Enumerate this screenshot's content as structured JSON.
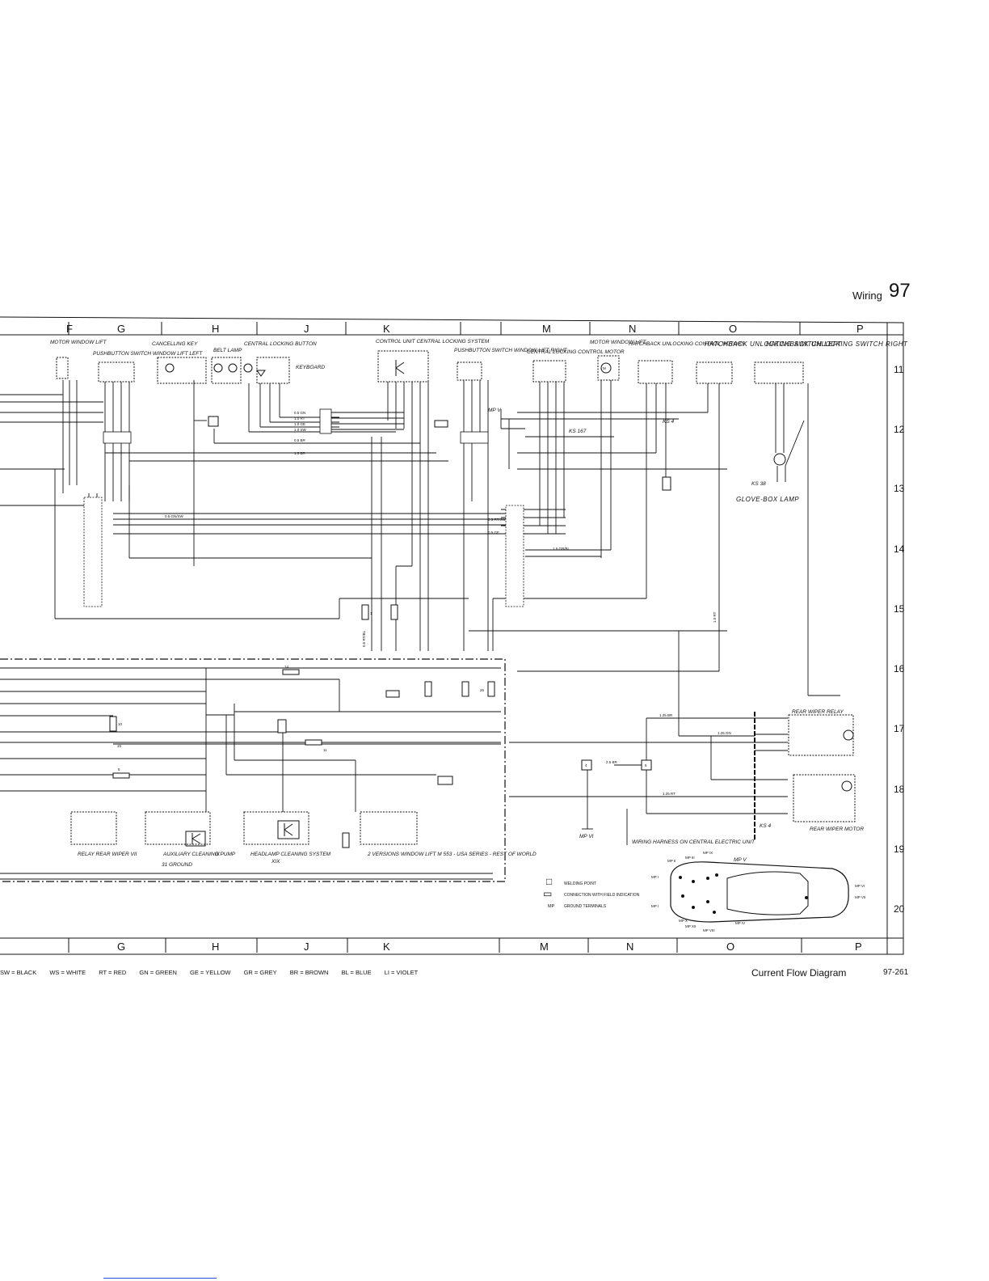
{
  "header": {
    "section": "Wiring",
    "page_number": "97"
  },
  "columns_top": [
    "F",
    "G",
    "H",
    "J",
    "K",
    "M",
    "N",
    "O",
    "P"
  ],
  "columns_bottom": [
    "G",
    "H",
    "J",
    "K",
    "M",
    "N",
    "O",
    "P"
  ],
  "rows": [
    "11",
    "12",
    "13",
    "14",
    "15",
    "16",
    "17",
    "18",
    "19",
    "20"
  ],
  "components": {
    "motor_window_lift_left": "MOTOR WINDOW LIFT",
    "pushbutton_switch_left": "PUSHBUTTON SWITCH WINDOW LIFT LEFT",
    "cancelling_key": "CANCELLING KEY",
    "belt_lamp": "BELT LAMP",
    "central_locking_button": "CENTRAL LOCKING BUTTON",
    "keyboard": "KEYBOARD",
    "control_unit_central_locking": "CONTROL UNIT CENTRAL LOCKING SYSTEM",
    "pushbutton_switch_right": "PUSHBUTTON SWITCH WINDOW LIFT RIGHT",
    "central_locking_control_motor": "CENTRAL LOCKING CONTROL MOTOR",
    "motor_window_lift_right": "MOTOR WINDOW LIFT",
    "hatchback_unlocking_control_motors": "HATCHBACK UNLOCKING CONTROL MOTORS",
    "hatchback_switch_left": "HATCHBACK UNLOCKING SWITCH LEFT",
    "hatchback_switch_right": "HATCHBACK UNLOCKING SWITCH RIGHT",
    "glove_box_lamp": "GLOVE-BOX LAMP",
    "ks38": "KS 38",
    "ks167": "KS 167",
    "ks4_top": "KS 4",
    "ks4_bottom": "KS 4",
    "mp_v_top": "MP V",
    "rear_wiper_relay": "REAR WIPER RELAY",
    "rear_wiper_motor": "REAR WIPER MOTOR",
    "auxiliary_cleaning_pump": "AUXILIARY CLEANING PUMP",
    "aux_roman": "IX",
    "headlamp_cleaning_system": "HEADLAMP CLEANING SYSTEM",
    "headlamp_roman": "XIX",
    "ground_31": "31 GROUND",
    "window_lift_note": "2 VERSIONS WINDOW LIFT M 553 - USA SERIES - REST OF WORLD",
    "rear_wiper_ref": "RELAY REAR WIPER VII",
    "wiring_harness": "WIRING HARNESS ON CENTRAL ELECTRIC UNIT",
    "mp_vi": "MP VI"
  },
  "wire_labels": [
    "0.5 GN",
    "1.0 RT",
    "1.0 GE",
    "1.0 SW",
    "0.5 BR",
    "1.5 BR",
    "0.5 GN/SW",
    "0.5 RT/SW",
    "1.5 GR/BL",
    "0.5 GE",
    "1.25 BR",
    "1.25 GN",
    "1.25 RT",
    "2.5 BR",
    "1.0 RT",
    "0.5 RT/BL"
  ],
  "fuses": [
    "1",
    "14",
    "15",
    "5",
    "10",
    "11",
    "26",
    "4",
    "5"
  ],
  "legend_items": [
    {
      "symbol": "□",
      "text": "WELDING POINT"
    },
    {
      "symbol": "▭",
      "text": "CONNECTION WITH FIELD INDICATION"
    },
    {
      "symbol": "MP",
      "text": "GROUND TERMINALS"
    }
  ],
  "ground_points": [
    "MP II",
    "MP III",
    "MP IX",
    "MP V",
    "MP I",
    "MP I",
    "MP X",
    "MP XII",
    "MP VIII",
    "MP IV",
    "MP VI",
    "MP VII"
  ],
  "color_codes": {
    "black": "SW = BLACK",
    "white": "WS = WHITE",
    "red": "RT = RED",
    "green": "GN = GREEN",
    "yellow": "GE = YELLOW",
    "grey": "GR = GREY",
    "brown": "BR = BROWN",
    "blue": "BL = BLUE",
    "violet": "LI = VIOLET"
  },
  "footer": {
    "title": "Current Flow Diagram",
    "code": "97-261"
  }
}
